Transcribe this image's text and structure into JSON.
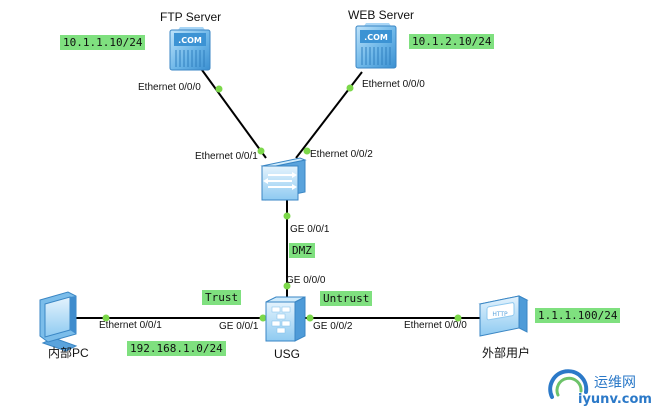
{
  "devices": {
    "ftp": {
      "title": "FTP Server",
      "ip": "10.1.1.10/24",
      "port": "Ethernet 0/0/0",
      "badge": ".COM"
    },
    "web": {
      "title": "WEB Server",
      "ip": "10.1.2.10/24",
      "port": "Ethernet 0/0/0",
      "badge": ".COM"
    },
    "switch": {
      "port_ftp": "Ethernet 0/0/1",
      "port_web": "Ethernet 0/0/2",
      "port_usg": "GE 0/0/1"
    },
    "usg": {
      "title": "USG",
      "port_dmz": "GE 0/0/0",
      "port_trust": "GE 0/0/1",
      "port_untrust": "GE 0/0/2"
    },
    "pc": {
      "title": "内部PC",
      "port": "Ethernet 0/0/1",
      "subnet": "192.168.1.0/24"
    },
    "ext": {
      "title": "外部用户",
      "port": "Ethernet 0/0/0",
      "ip": "1.1.1.100/24",
      "badge": "HTTP"
    }
  },
  "zones": {
    "dmz": "DMZ",
    "trust": "Trust",
    "untrust": "Untrust"
  },
  "watermark": {
    "cn": "运维网",
    "url": "iyunv.com"
  },
  "colors": {
    "link": "#000000",
    "port_dot": "#7cd84a",
    "zone_bg": "#7fe07f",
    "device": "#5aa9e0"
  }
}
